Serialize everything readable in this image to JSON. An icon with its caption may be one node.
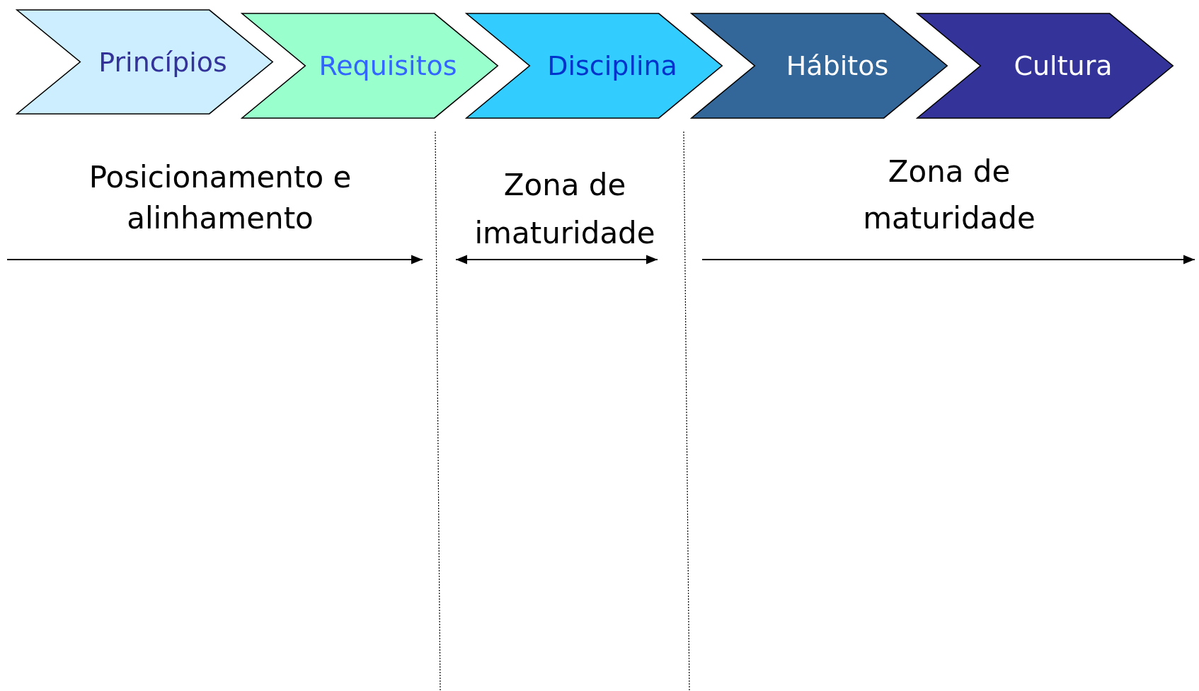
{
  "diagram": {
    "nodes": [
      {
        "text": [
          "Princípios"
        ]
      },
      {
        "text": [
          "Requisitos"
        ]
      },
      {
        "text": [
          "Disciplina"
        ]
      },
      {
        "text": [
          "Hábitos"
        ]
      },
      {
        "text": [
          "Cultura"
        ]
      }
    ],
    "labels": [
      "Posicionamento e alinhamento",
      "Zona de imaturidade",
      "Zona de maturidade"
    ]
  }
}
